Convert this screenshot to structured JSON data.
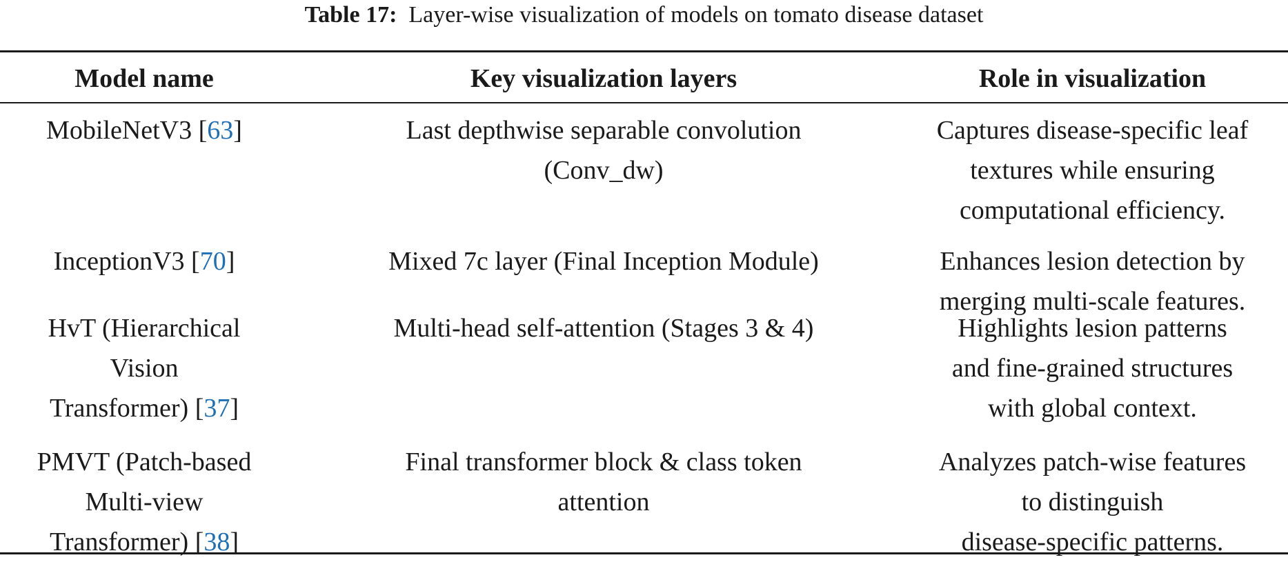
{
  "caption": {
    "label": "Table 17:",
    "text": "Layer-wise visualization of models on tomato disease dataset"
  },
  "headers": [
    "Model name",
    "Key visualization layers",
    "Role in visualization"
  ],
  "rows": [
    {
      "model_lines": [
        {
          "text": "MobileNetV3 [",
          "ref": "63",
          "tail": "]"
        }
      ],
      "layers_lines": [
        "Last depthwise separable convolution",
        "(Conv_dw)"
      ],
      "role_lines": [
        "Captures disease-specific leaf",
        "textures while ensuring",
        "computational efficiency."
      ]
    },
    {
      "model_lines": [
        {
          "text": "InceptionV3 [",
          "ref": "70",
          "tail": "]"
        }
      ],
      "layers_lines": [
        "Mixed 7c layer (Final Inception Module)"
      ],
      "role_lines": [
        "Enhances lesion detection by",
        "merging multi-scale features."
      ]
    },
    {
      "model_lines": [
        {
          "text": "HvT (Hierarchical"
        },
        {
          "text": "Vision"
        },
        {
          "text": "Transformer) [",
          "ref": "37",
          "tail": "]"
        }
      ],
      "layers_lines": [
        "Multi-head self-attention (Stages 3 & 4)"
      ],
      "role_lines": [
        "Highlights lesion patterns",
        "and fine-grained structures",
        "with global context."
      ]
    },
    {
      "model_lines": [
        {
          "text": "PMVT (Patch-based"
        },
        {
          "text": "Multi-view"
        },
        {
          "text": "Transformer) [",
          "ref": "38",
          "tail": "]"
        }
      ],
      "layers_lines": [
        "Final transformer block & class token",
        "attention"
      ],
      "role_lines": [
        "Analyzes patch-wise features",
        "to distinguish",
        "disease-specific patterns."
      ]
    }
  ]
}
